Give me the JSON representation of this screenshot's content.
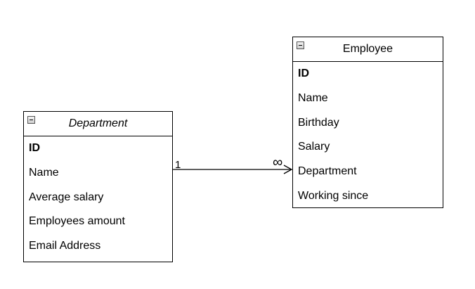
{
  "entities": {
    "department": {
      "title": "Department",
      "attributes": [
        {
          "label": "ID",
          "primary_key": true
        },
        {
          "label": "Name",
          "primary_key": false
        },
        {
          "label": "Average salary",
          "primary_key": false
        },
        {
          "label": "Employees amount",
          "primary_key": false
        },
        {
          "label": "Email Address",
          "primary_key": false
        }
      ]
    },
    "employee": {
      "title": "Employee",
      "attributes": [
        {
          "label": "ID",
          "primary_key": true
        },
        {
          "label": "Name",
          "primary_key": false
        },
        {
          "label": "Birthday",
          "primary_key": false
        },
        {
          "label": "Salary",
          "primary_key": false
        },
        {
          "label": "Department",
          "primary_key": false
        },
        {
          "label": "Working since",
          "primary_key": false
        }
      ]
    }
  },
  "relationship": {
    "source_cardinality": "1",
    "target_cardinality": "∞"
  },
  "icons": {
    "collapse": "minus-box-icon",
    "arrowhead": "open-arrow-icon"
  },
  "colors": {
    "line": "#000000",
    "background": "#ffffff"
  }
}
